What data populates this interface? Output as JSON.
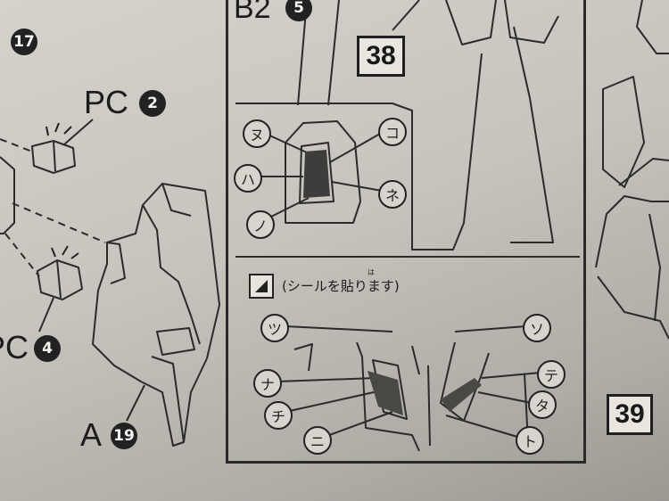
{
  "left_panel": {
    "pc_top": {
      "prefix": "PC",
      "number": "2"
    },
    "pc_bottom": {
      "prefix": "PC",
      "number": "4"
    },
    "part_top": {
      "number": "17"
    },
    "part_main": {
      "prefix": "A",
      "number": "19"
    }
  },
  "middle_panel": {
    "header": {
      "prefix": "B2",
      "number": "5"
    },
    "step": "38",
    "detail_labels": [
      "ヌ",
      "コ",
      "ハ",
      "ネ",
      "ノ"
    ],
    "sticker_note": "(シールを貼ります)",
    "sticker_ruby": "は",
    "lower_labels": [
      "ツ",
      "ソ",
      "ナ",
      "テ",
      "チ",
      "タ",
      "ニ",
      "ト"
    ]
  },
  "right_panel": {
    "step": "39"
  }
}
